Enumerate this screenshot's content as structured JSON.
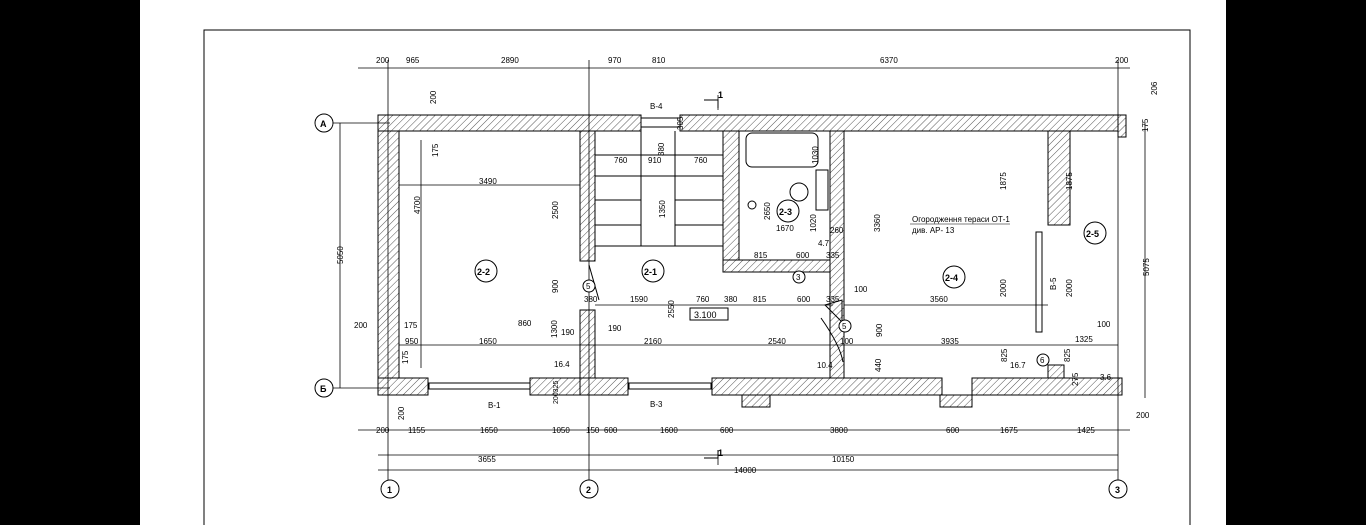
{
  "dim_top": [
    "200",
    "965",
    "2890",
    "970",
    "810",
    "6370",
    "200"
  ],
  "dim_bottom_detail": [
    "200",
    "1155",
    "1650",
    "1050",
    "150",
    "600",
    "1600",
    "600",
    "3800",
    "600",
    "1675",
    "1425"
  ],
  "dim_bottom_mid": [
    "3655",
    "10150"
  ],
  "dim_bottom_total": "14000",
  "axes": {
    "a": "А",
    "b": "Б",
    "one": "1",
    "two": "2",
    "three": "3"
  },
  "section_mark": "1",
  "rooms": {
    "r22": "2-2",
    "r21": "2-1",
    "r23": "2-3",
    "r24": "2-4",
    "r25": "2-5"
  },
  "circles_small": [
    "3",
    "5",
    "5",
    "6"
  ],
  "openings": {
    "b1": "В-1",
    "b3": "В-3",
    "b4": "В-4",
    "b5": "В-5"
  },
  "level": "3.100",
  "note_line1": "Огородження тераси ОТ-1",
  "note_line2": "див. АР- 13",
  "left_dims": {
    "overall": "5050",
    "room": "4700",
    "w200": "200",
    "w175": "175",
    "w175b": "175",
    "w200b": "200",
    "w200c": "200",
    "w175c": "175"
  },
  "right_dims": {
    "overall": "5075",
    "top206": "206",
    "t175": "175",
    "b200": "200",
    "r100": "100",
    "r1325": "1325",
    "r36": "3.6"
  },
  "inner_dims": {
    "d3490": "3490",
    "d2500": "2500",
    "d900": "900",
    "d1300": "1300",
    "d860": "860",
    "d190a": "190",
    "d190b": "190",
    "d380": "380",
    "d1590": "1590",
    "d760a": "760",
    "d380b": "380",
    "d815a": "815",
    "d600a": "600",
    "d335a": "335",
    "d100a": "100",
    "d3560": "3560",
    "d950": "950",
    "d1650": "1650",
    "d16_4": "16.4",
    "d2160": "2160",
    "d2540": "2540",
    "d3935": "3935",
    "d10_4": "10.4",
    "d100b": "100",
    "d440": "440",
    "d900b": "900",
    "d825a": "825",
    "d16_7": "16.7",
    "d825b": "825",
    "d275": "275",
    "d200325": "200325",
    "d760b": "760",
    "d910": "910",
    "d760c": "760",
    "d380c": "380",
    "d1350": "1350",
    "d2550": "2550",
    "d305": "305",
    "d2650": "2650",
    "d1670": "1670",
    "d1020": "1020",
    "d1030": "1030",
    "d260": "260",
    "d4_7": "4.7",
    "d815b": "815",
    "d600b": "600",
    "d335b": "335",
    "d3360": "3360",
    "d1875a": "1875",
    "d1875b": "1875",
    "d2000a": "2000",
    "d2000b": "2000"
  }
}
